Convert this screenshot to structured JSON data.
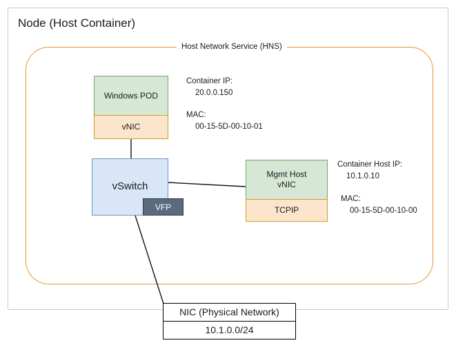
{
  "node": {
    "title": "Node (Host Container)"
  },
  "hns": {
    "label": "Host Network Service (HNS)",
    "border_color": "#e8922f"
  },
  "pod": {
    "title": "Windows POD",
    "vnic": "vNIC",
    "fill_color": "#d6e8d5",
    "vnic_fill_color": "#fce5cd"
  },
  "pod_annotations": {
    "ip_label": "Container IP:",
    "ip_value": "20.0.0.150",
    "mac_label": "MAC:",
    "mac_value": "00-15-5D-00-10-01"
  },
  "vswitch": {
    "title": "vSwitch",
    "badge": "VFP",
    "fill_color": "#d9e6f8",
    "badge_color": "#5a6b7d"
  },
  "mgmt": {
    "title_line1": "Mgmt Host",
    "title_line2": "vNIC",
    "stack": "TCPIP",
    "fill_color": "#d6e8d5",
    "stack_fill_color": "#fce5cd"
  },
  "mgmt_annotations": {
    "ip_label": "Container Host IP:",
    "ip_value": "10.1.0.10",
    "mac_label": "MAC:",
    "mac_value": "00-15-5D-00-10-00"
  },
  "nic": {
    "title": "NIC (Physical Network)",
    "subnet": "10.1.0.0/24"
  }
}
